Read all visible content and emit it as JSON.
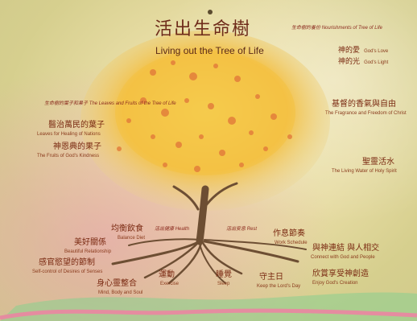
{
  "title": {
    "zh": "活出生命樹",
    "en": "Living out the Tree of Life"
  },
  "top_right": {
    "zh": "生命樹的養份",
    "en": "Nourishments of Tree of Life"
  },
  "left_sub": {
    "zh": "生命樹的葉子和果子",
    "en": "The Leaves and Fruits of the Tree of Life"
  },
  "labels": {
    "love": {
      "zh": "神的愛",
      "en": "God's Love"
    },
    "light": {
      "zh": "神的光",
      "en": "God's Light"
    },
    "fragrance": {
      "zh": "基督的香氣與自由",
      "en": "The Fragrance and Freedom of Christ"
    },
    "living_water": {
      "zh": "聖靈活水",
      "en": "The Living Water of Holy Spirit"
    },
    "healing": {
      "zh": "醫治萬民的葉子",
      "en": "Leaves for Healing of Nations"
    },
    "fruits": {
      "zh": "神恩典的果子",
      "en": "The Fruits of God's Kindness"
    },
    "health": {
      "zh": "活出健康",
      "en": "Health"
    },
    "rest": {
      "zh": "活出安息",
      "en": "Rest"
    },
    "diet": {
      "zh": "均衡飲食",
      "en": "Balance Diet"
    },
    "relationship": {
      "zh": "美好關係",
      "en": "Beautiful Relationship"
    },
    "desires": {
      "zh": "感官慾望的節制",
      "en": "Self-control of Desires of Senses"
    },
    "exercise": {
      "zh": "運動",
      "en": "Exercise"
    },
    "mind": {
      "zh": "身心靈整合",
      "en": "Mind, Body and Soul"
    },
    "sleep": {
      "zh": "睡覺",
      "en": "Sleep"
    },
    "lordsday": {
      "zh": "守主日",
      "en": "Keep the Lord's Day"
    },
    "schedule": {
      "zh": "作息節奏",
      "en": "Work Schedule"
    },
    "connect": {
      "zh": "與神連結 與人相交",
      "en": "Connect with God and People"
    },
    "creation": {
      "zh": "欣賞享受神創造",
      "en": "Enjoy God's Creation"
    }
  },
  "colors": {
    "canopy": "#f1c44a",
    "dots": "#e27a3a",
    "trunk": "#7a5a3b",
    "text": "#7a2a12"
  }
}
